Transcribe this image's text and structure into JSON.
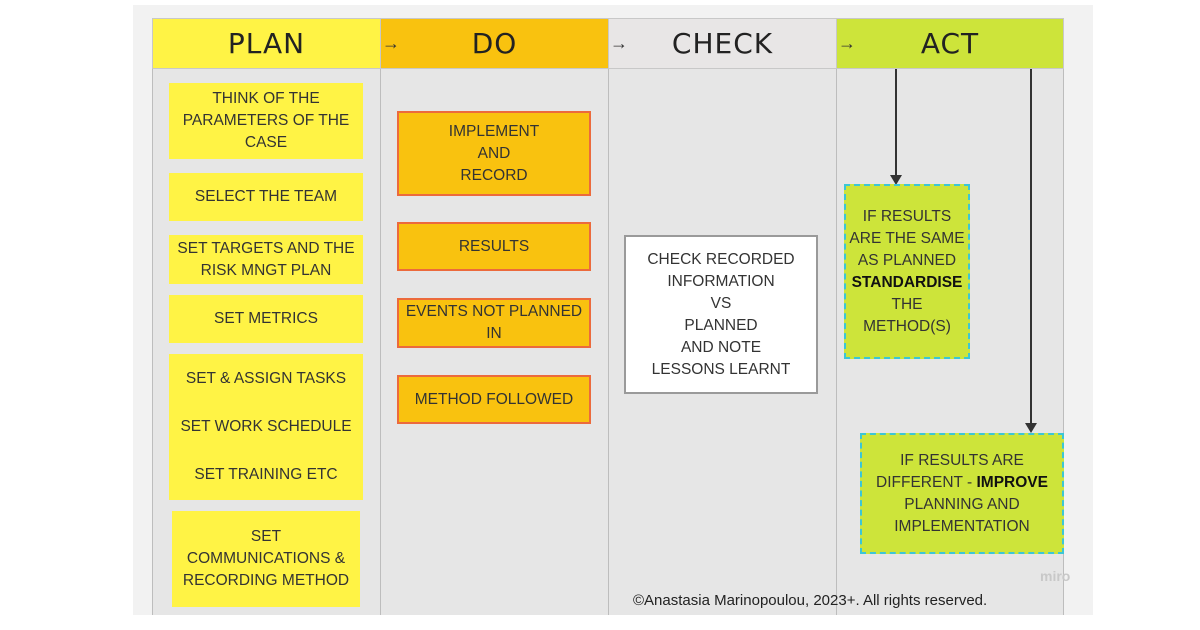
{
  "headers": {
    "plan": "PLAN",
    "do": "DO",
    "check": "CHECK",
    "act": "ACT",
    "arrow": "→"
  },
  "colors": {
    "plan": "#fff345",
    "do": "#f9c20f",
    "check": "#e8e6e6",
    "act": "#cde43a"
  },
  "plan_notes": [
    [
      "THINK OF THE",
      "PARAMETERS OF THE",
      "CASE"
    ],
    [
      "SELECT THE TEAM"
    ],
    [
      "SET TARGETS AND THE",
      "RISK MNGT PLAN"
    ],
    [
      "SET METRICS"
    ],
    [
      "SET & ASSIGN TASKS",
      "SET WORK SCHEDULE",
      "SET TRAINING ETC"
    ],
    [
      "SET",
      "COMMUNICATIONS &",
      "RECORDING METHOD"
    ]
  ],
  "do_notes": [
    [
      "IMPLEMENT",
      "AND",
      "RECORD"
    ],
    [
      "RESULTS"
    ],
    [
      "EVENTS NOT PLANNED",
      "IN"
    ],
    [
      "METHOD FOLLOWED"
    ]
  ],
  "check_note": [
    "CHECK RECORDED",
    "INFORMATION",
    "VS",
    "PLANNED",
    "AND NOTE",
    "LESSONS LEARNT"
  ],
  "act_notes": {
    "same": {
      "l1": "IF RESULTS",
      "l2": "ARE THE SAME",
      "l3": "AS PLANNED",
      "bold": "STANDARDISE",
      "l5": "THE",
      "l6": "METHOD(S)"
    },
    "different": {
      "l1": "IF RESULTS ARE",
      "l2a": "DIFFERENT - ",
      "bold": "IMPROVE",
      "l3": "PLANNING AND",
      "l4": "IMPLEMENTATION"
    }
  },
  "footer": {
    "copyright": "©Anastasia Marinopoulou, 2023+. All rights reserved.",
    "watermark": "miro"
  }
}
